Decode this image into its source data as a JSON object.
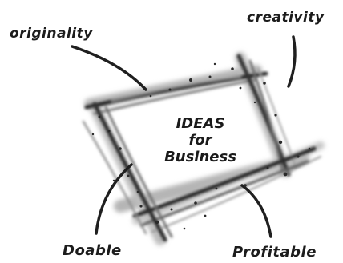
{
  "center": {
    "line1": "IDEAS",
    "line2": "for",
    "line3": "Business"
  },
  "labels": {
    "top_left": "originality",
    "top_right": "creativity",
    "bottom_left": "Doable",
    "bottom_right": "Profitable"
  },
  "colors": {
    "ink": "#1c1c1c",
    "stroke_dark": "#2a2a2a",
    "stroke_mid": "#6d6d6d",
    "stroke_light": "#a8a8a8"
  }
}
